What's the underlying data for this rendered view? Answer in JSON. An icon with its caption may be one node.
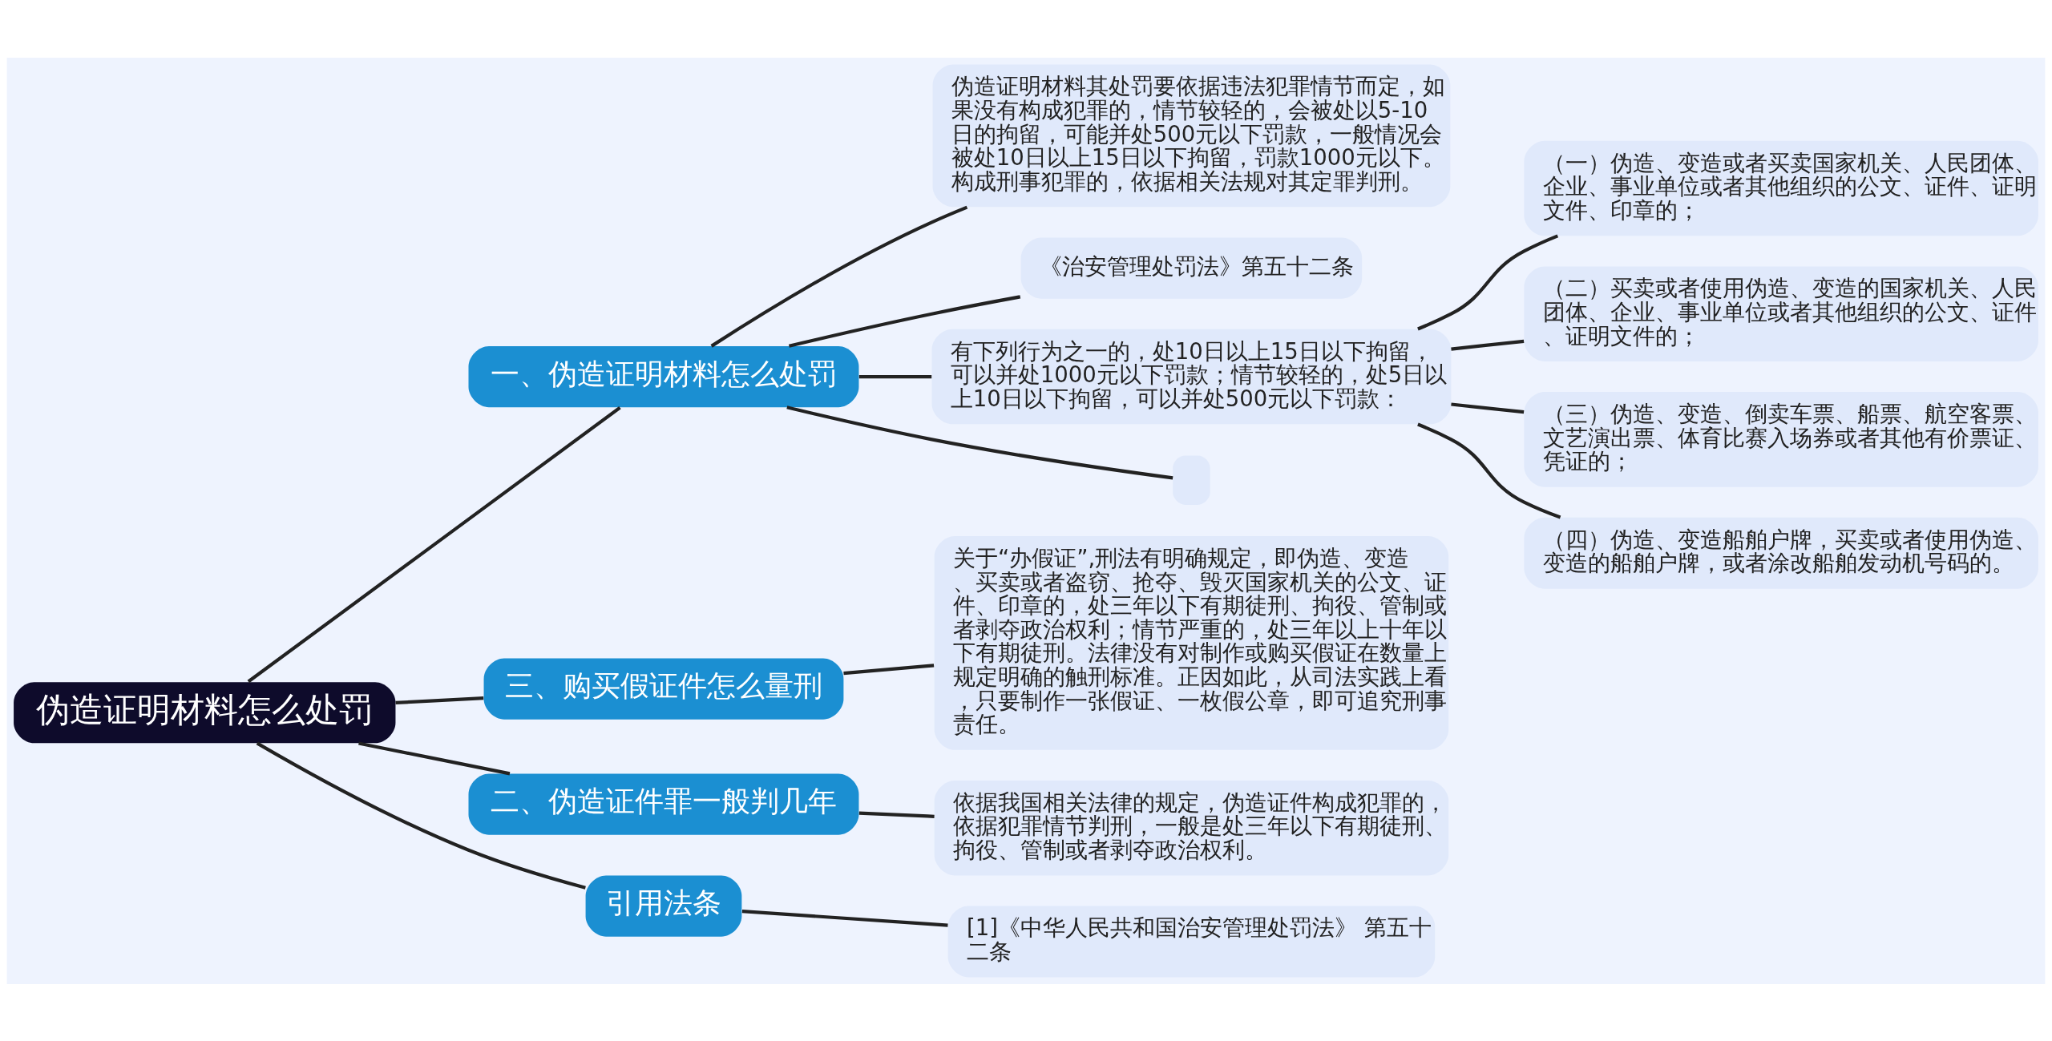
{
  "diagram": {
    "nodes": [
      {
        "text": [
          "伪造证明材料怎么处罚"
        ]
      },
      {
        "text": [
          "一、伪造证明材料怎么处罚"
        ]
      },
      {
        "text": [
          "伪造证明材料其处罚要依据违法犯罪情节而定，如果没有构成犯罪的，情节较轻的，会被处以5-10日的拘留，可能并处500元以下罚款，一般情况会被处10日以上15日以下拘留，罚款1000元以下。构成刑事犯罪的，依据相关法规对其定罪判刑。"
        ]
      },
      {
        "text": [
          "《治安管理处罚法》第五十二条"
        ]
      },
      {
        "text": [
          "有下列行为之一的，处10日以上15日以下拘留，可以并处1000元以下罚款；情节较轻的，处5日以上10日以下拘留，可以并处500元以下罚款："
        ]
      },
      {
        "text": [
          "（一）伪造、变造或者买卖国家机关、人民团体、企业、事业单位或者其他组织的公文、证件、证明文件、印章的；"
        ]
      },
      {
        "text": [
          "（二）买卖或者使用伪造、变造的国家机关、人民团体、企业、事业单位或者其他组织的公文、证件、证明文件的；"
        ]
      },
      {
        "text": [
          "（三）伪造、变造、倒卖车票、船票、航空客票、文艺演出票、体育比赛入场券或者其他有价票证、凭证的；"
        ]
      },
      {
        "text": [
          "（四）伪造、变造船舶户牌，买卖或者使用伪造、变造的船舶户牌，或者涂改船舶发动机号码的。"
        ]
      },
      {
        "text": [],
        "shape": "box"
      },
      {
        "text": [
          "三、购买假证件怎么量刑"
        ]
      },
      {
        "text": [
          "关于“办假证”,刑法有明确规定，即伪造、变造、买卖或者盗窃、抢夺、毁灭国家机关的公文、证件、印章的，处三年以下有期徒刑、拘役、管制或者剥夺政治权利；情节严重的，处三年以上十年以下有期徒刑。法律没有对制作或购买假证在数量上规定明确的触刑标准。正因如此，从司法实践上看，只要制作一张假证、一枚假公章，即可追究刑事责任。"
        ]
      },
      {
        "text": [
          "二、伪造证件罪一般判几年"
        ]
      },
      {
        "text": [
          "依据我国相关法律的规定，伪造证件构成犯罪的，依据犯罪情节判刑，一般是处三年以下有期徒刑、拘役、管制或者剥夺政治权利。"
        ]
      },
      {
        "text": [
          "引用法条"
        ]
      },
      {
        "text": [
          "[1]《中华人民共和国治安管理处罚法》 第五十二条"
        ]
      }
    ],
    "edges": [
      {
        "from": 0,
        "to": 1,
        "arrow": "none"
      },
      {
        "from": 1,
        "to": 2,
        "arrow": "none"
      },
      {
        "from": 1,
        "to": 3,
        "arrow": "none"
      },
      {
        "from": 1,
        "to": 4,
        "arrow": "none"
      },
      {
        "from": 4,
        "to": 5,
        "arrow": "none"
      },
      {
        "from": 4,
        "to": 6,
        "arrow": "none"
      },
      {
        "from": 4,
        "to": 7,
        "arrow": "none"
      },
      {
        "from": 4,
        "to": 8,
        "arrow": "none"
      },
      {
        "from": 1,
        "to": 9,
        "arrow": "none"
      },
      {
        "from": 0,
        "to": 10,
        "arrow": "none"
      },
      {
        "from": 10,
        "to": 11,
        "arrow": "none"
      },
      {
        "from": 0,
        "to": 12,
        "arrow": "none"
      },
      {
        "from": 12,
        "to": 13,
        "arrow": "none"
      },
      {
        "from": 0,
        "to": 14,
        "arrow": "none"
      },
      {
        "from": 14,
        "to": 15,
        "arrow": "none"
      }
    ]
  }
}
